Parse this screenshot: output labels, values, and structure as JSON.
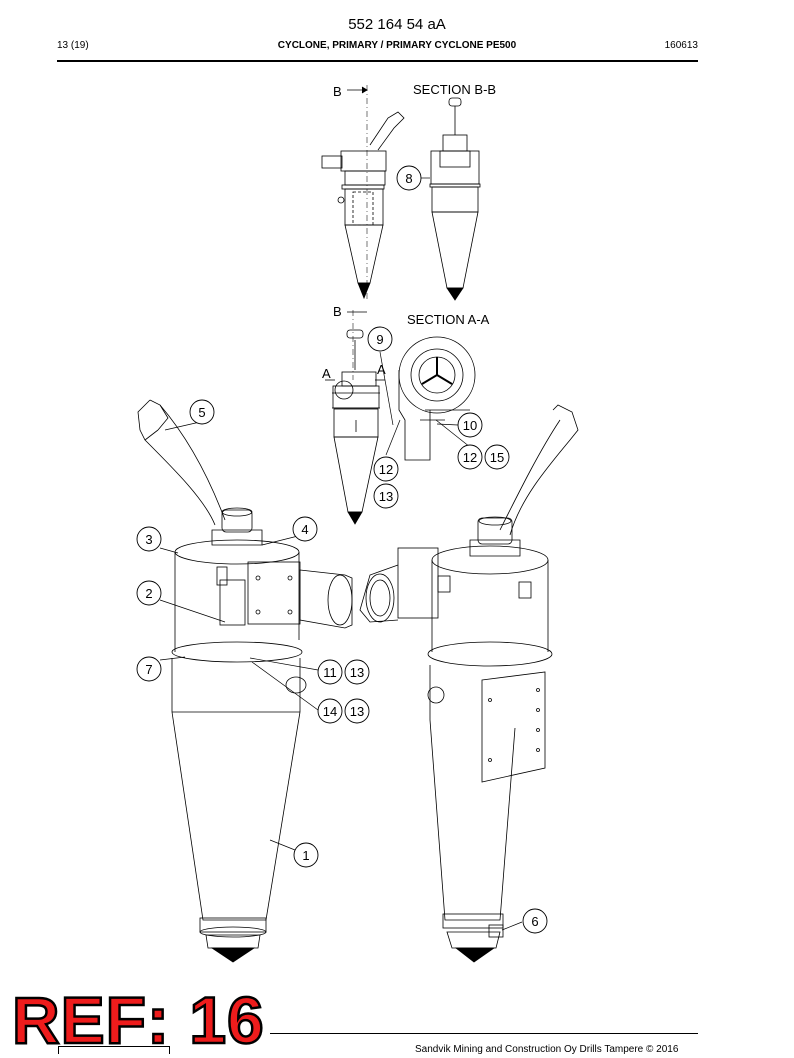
{
  "header": {
    "doc_number": "552 164 54 aA",
    "page": "13 (19)",
    "title": "CYCLONE, PRIMARY / PRIMARY CYCLONE PE500",
    "date": "160613"
  },
  "sections": {
    "bb_marker": "B",
    "bb_title": "SECTION B-B",
    "aa_marker": "A",
    "aa_title": "SECTION A-A"
  },
  "callouts": {
    "c1": "1",
    "c2": "2",
    "c3": "3",
    "c4": "4",
    "c5": "5",
    "c6": "6",
    "c7": "7",
    "c8": "8",
    "c9": "9",
    "c10": "10",
    "c11": "11",
    "c12": "12",
    "c13": "13",
    "c14": "14",
    "c15": "15"
  },
  "stamp": {
    "ref": "REF: 16"
  },
  "footer": {
    "copyright": "Sandvik Mining and Construction Oy Drills Tampere © 2016"
  }
}
